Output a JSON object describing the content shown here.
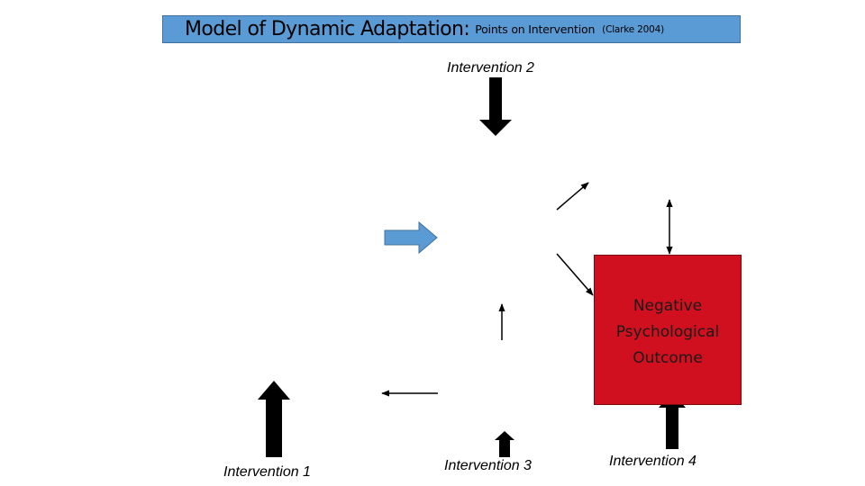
{
  "title": {
    "main": "Model of Dynamic Adaptation:",
    "sub": "Points on Intervention",
    "citation": "(Clarke 2004)"
  },
  "labels": {
    "intervention_1": "Intervention 1",
    "intervention_2": "Intervention 2",
    "intervention_3": "Intervention 3",
    "intervention_4": "Intervention 4"
  },
  "outcome_box": {
    "lines": [
      "Negative",
      "Psychological",
      "Outcome"
    ],
    "color": "#d0101f"
  },
  "colors": {
    "title_background": "#5b9bd5",
    "process_arrow": "#5b9bd5",
    "intervention_arrow": "#000000"
  }
}
